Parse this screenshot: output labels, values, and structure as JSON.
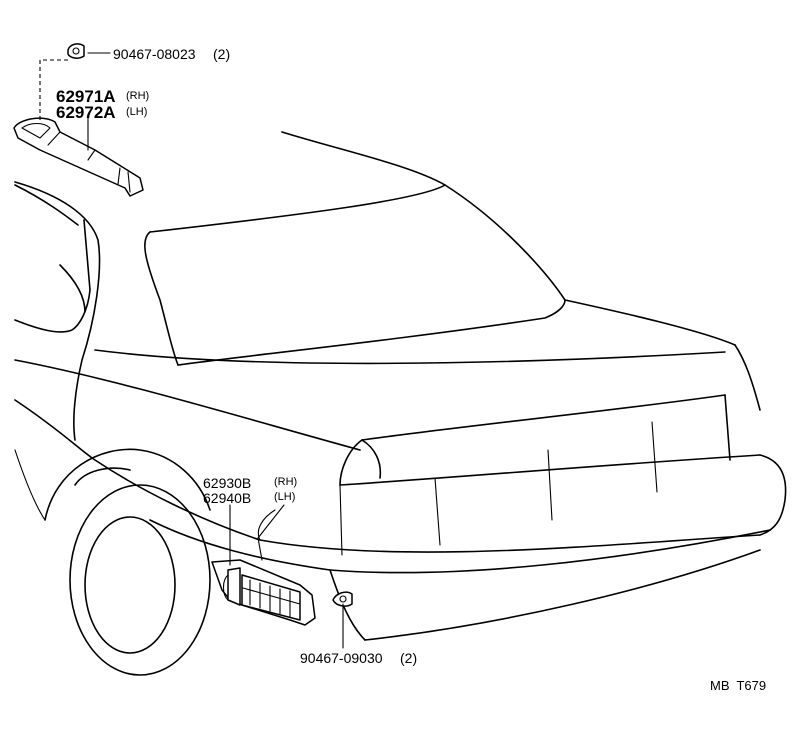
{
  "parts": {
    "upper_clip": {
      "number": "90467-08023",
      "qty": "(2)"
    },
    "upper_duct": {
      "rh_number": "62971A",
      "rh_side": "(RH)",
      "lh_number": "62972A",
      "lh_side": "(LH)"
    },
    "lower_vent": {
      "rh_number": "62930B",
      "rh_side": "(RH)",
      "lh_number": "62940B",
      "lh_side": "(LH)"
    },
    "lower_clip": {
      "number": "90467-09030",
      "qty": "(2)"
    }
  },
  "figure_code": "MB  T679"
}
